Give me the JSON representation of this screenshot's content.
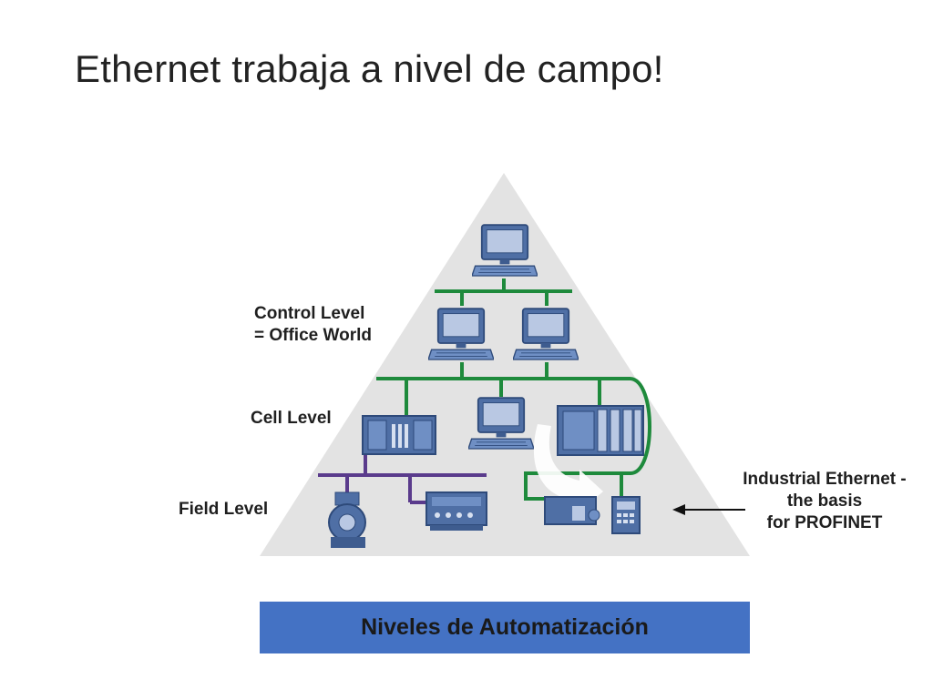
{
  "slide": {
    "title": "Ethernet trabaja a nivel de campo!"
  },
  "diagram": {
    "levels": {
      "control_line1": "Control Level",
      "control_line2": "= Office World",
      "cell": "Cell Level",
      "field": "Field Level"
    },
    "callout": {
      "line1": "Industrial Ethernet -",
      "line2": "the basis",
      "line3": "for PROFINET"
    },
    "caption": "Niveles de Automatización",
    "colors": {
      "pyramid": "#e3e3e3",
      "ethernet": "#1e8a3c",
      "fieldbus": "#5a3b8c",
      "device": "#4f6fa5",
      "caption_band": "#4472c4"
    },
    "icons": [
      "computer-monitor-icon",
      "plc-rack-icon",
      "motor-icon",
      "io-module-icon",
      "drive-icon",
      "operator-panel-icon",
      "curved-arrow-icon"
    ]
  }
}
